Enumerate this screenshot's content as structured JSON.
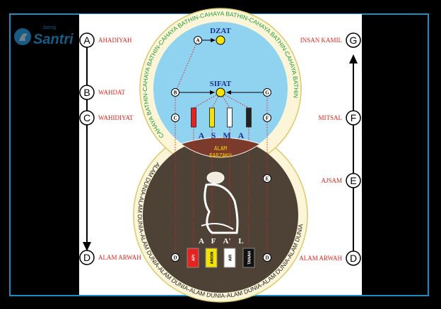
{
  "logo": {
    "text": "Santri",
    "small": "Jaring"
  },
  "left_axis": [
    {
      "letter": "A",
      "label": "AHADIYAH"
    },
    {
      "letter": "B",
      "label": "WAHDAT"
    },
    {
      "letter": "C",
      "label": "WAHIDIYAT"
    },
    {
      "letter": "D",
      "label": "ALAM ARWAH"
    }
  ],
  "right_axis": [
    {
      "letter": "G",
      "label": "INSAN KAMIL"
    },
    {
      "letter": "F",
      "label": "MITSAL"
    },
    {
      "letter": "E",
      "label": "AJSAM"
    },
    {
      "letter": "D",
      "label": "ALAM ARWAH"
    }
  ],
  "top_circle": {
    "ring_text": "CAHAYA BATHIN-CAHAYA BATHIN-CAHAYA BATHIN-CAHAYA BATHIN-CAHAYA BATHIN-CAHAYA BATHIN",
    "dzat": "DZAT",
    "sifat": "SIFAT",
    "asma": [
      "A",
      "S",
      "M",
      "A"
    ],
    "nodes": {
      "a": "A",
      "b": "B",
      "c": "C",
      "g": "G",
      "f": "F"
    }
  },
  "barzakh": {
    "line1": "ALAM",
    "line2": "BARZAKH"
  },
  "bottom_circle": {
    "ring_text": "ALAM DUNIA-ALAM DUNIA-ALAM DUNIA-ALAM DUNIA-ALAM DUNIA-ALAM DUNIA-ALAM DUNIA-ALAM DUNIA",
    "afal": [
      "A",
      "F",
      "A'",
      "L"
    ],
    "elements": [
      {
        "label": "API",
        "color": "#e8231f",
        "text": "#ffffff"
      },
      {
        "label": "ANGIN",
        "color": "#f5e400",
        "text": "#000000"
      },
      {
        "label": "AIR",
        "color": "#ffffff",
        "text": "#000000"
      },
      {
        "label": "TANAH",
        "color": "#111111",
        "text": "#ffffff"
      }
    ],
    "nodes": {
      "e": "E",
      "d1": "D",
      "d2": "D"
    }
  },
  "asma_bar_colors": [
    "#e8231f",
    "#f5e400",
    "#ffffff",
    "#222222"
  ]
}
